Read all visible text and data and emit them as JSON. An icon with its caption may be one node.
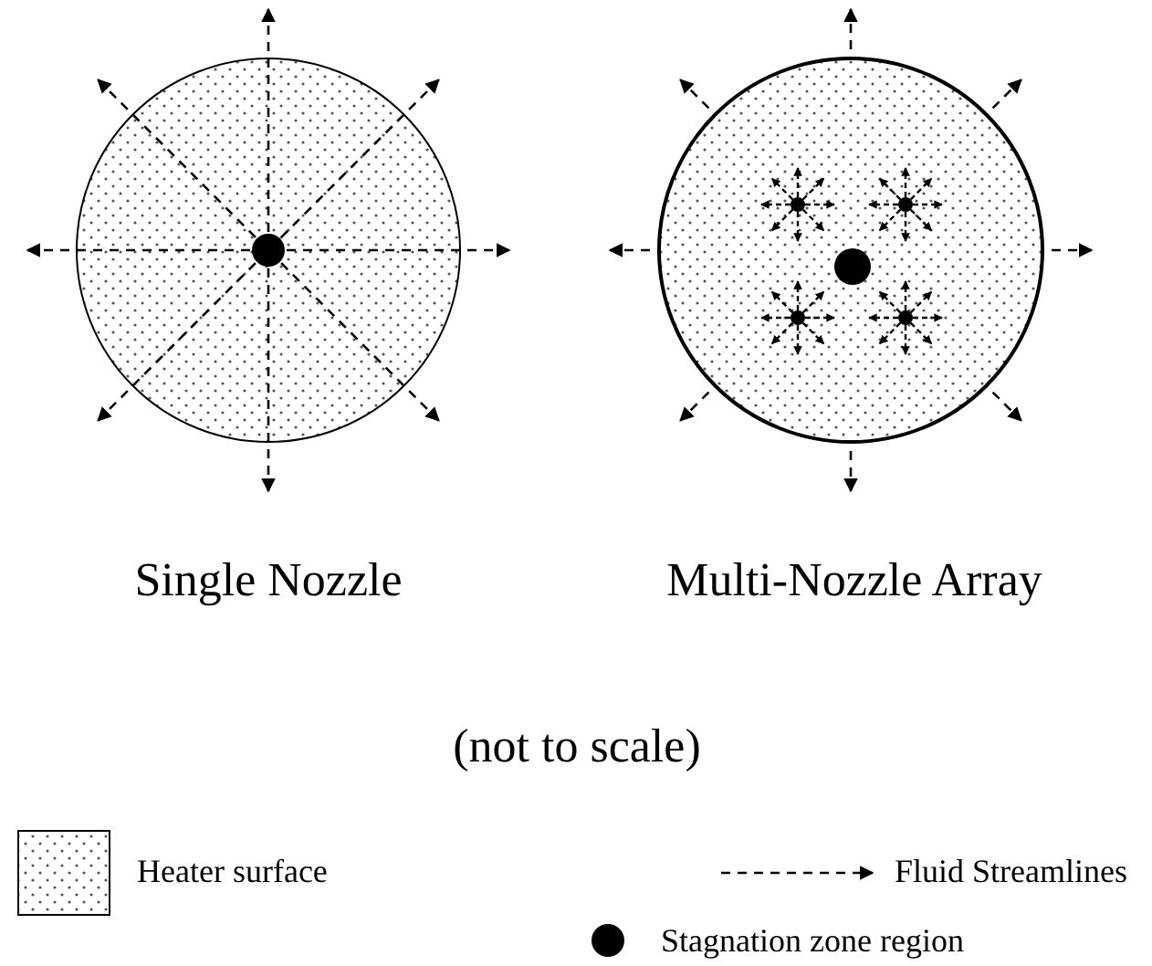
{
  "diagram": {
    "labels": [
      "Single Nozzle",
      "Multi-Nozzle Array",
      "(not to scale)"
    ],
    "legend": [
      {
        "text": "Heater surface"
      },
      {
        "text": "Fluid Streamlines"
      },
      {
        "text": "Stagnation zone region"
      }
    ]
  }
}
